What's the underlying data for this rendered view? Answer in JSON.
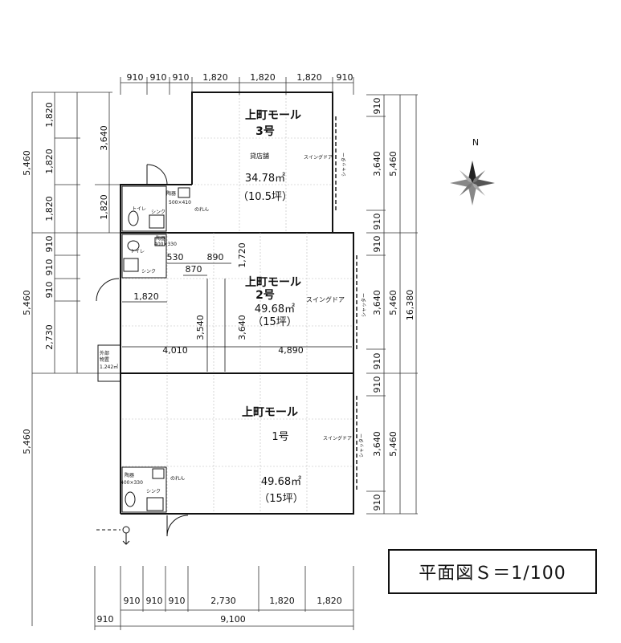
{
  "top_dims": [
    "910",
    "910",
    "910",
    "1,820",
    "1,820",
    "1,820",
    "910"
  ],
  "bottom_dims": [
    "910",
    "910",
    "910",
    "2,730",
    "1,820",
    "1,820"
  ],
  "bottom_total": [
    "910",
    "9,100"
  ],
  "left_outer": [
    "1,820",
    "1,820",
    "1,820",
    "910",
    "910",
    "910",
    "2,730",
    "5,460"
  ],
  "left_mid": [
    "5,460",
    "5,460"
  ],
  "left_inner": [
    "3,640",
    "1,820"
  ],
  "right_dims": [
    "910",
    "3,640",
    "910",
    "910",
    "3,640",
    "910",
    "910",
    "3,640",
    "910"
  ],
  "right_mid": [
    "5,460",
    "5,460",
    "5,460"
  ],
  "right_total": "16,380",
  "unit3": {
    "name": "上町モール",
    "number": "3号",
    "use": "貸店舗",
    "area": "34.78㎡",
    "tsubo": "（10.5坪）"
  },
  "unit2": {
    "name": "上町モール",
    "number": "2号",
    "area": "49.68㎡",
    "tsubo": "（15坪）"
  },
  "unit1": {
    "name": "上町モール",
    "number": "1号",
    "area": "49.68㎡",
    "tsubo": "（15坪）"
  },
  "labels": {
    "swing_door": "スイングドア",
    "shutter": "シャッター",
    "toilet": "トイレ",
    "sink": "シンク",
    "ceramic": "陶器",
    "noren": "のれん",
    "size_500": "500×410",
    "size_400": "400×330",
    "ext_storage": "外部",
    "ext_storage2": "物置",
    "ext_area": "1.242㎡"
  },
  "interior_dims": {
    "d530": "530",
    "d890": "890",
    "d870": "870",
    "d1720": "1,720",
    "d1820": "1,820",
    "d3540": "3,540",
    "d3640": "3,640",
    "d4010": "4,010",
    "d4890": "4,890"
  },
  "compass": "N",
  "scale_label": "平面図Ｓ＝1/100"
}
